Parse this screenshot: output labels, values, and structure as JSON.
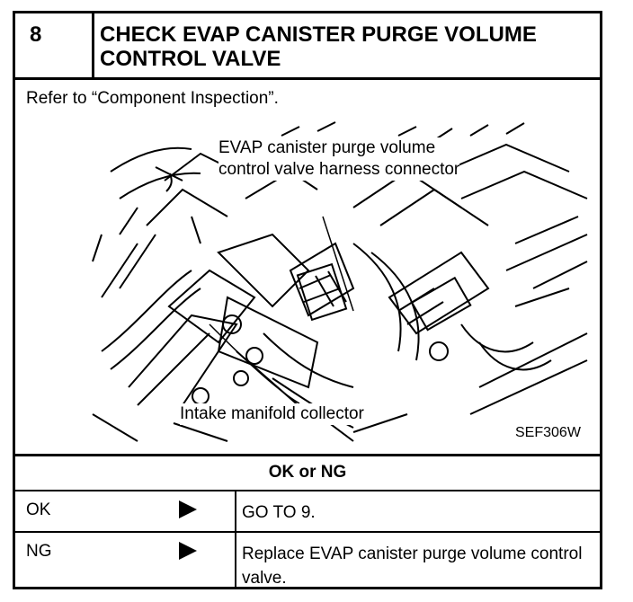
{
  "step": {
    "number": "8",
    "title": "CHECK EVAP CANISTER PURGE VOLUME CONTROL VALVE"
  },
  "instruction": "Refer to “Component Inspection”.",
  "figure": {
    "callout_top_line1": "EVAP canister purge volume",
    "callout_top_line2": "control valve harness connector",
    "callout_bottom": "Intake manifold collector",
    "code": "SEF306W"
  },
  "result": {
    "heading": "OK or NG",
    "rows": [
      {
        "label": "OK",
        "action": "GO TO 9."
      },
      {
        "label": "NG",
        "action": "Replace EVAP canister purge volume control valve."
      }
    ]
  }
}
